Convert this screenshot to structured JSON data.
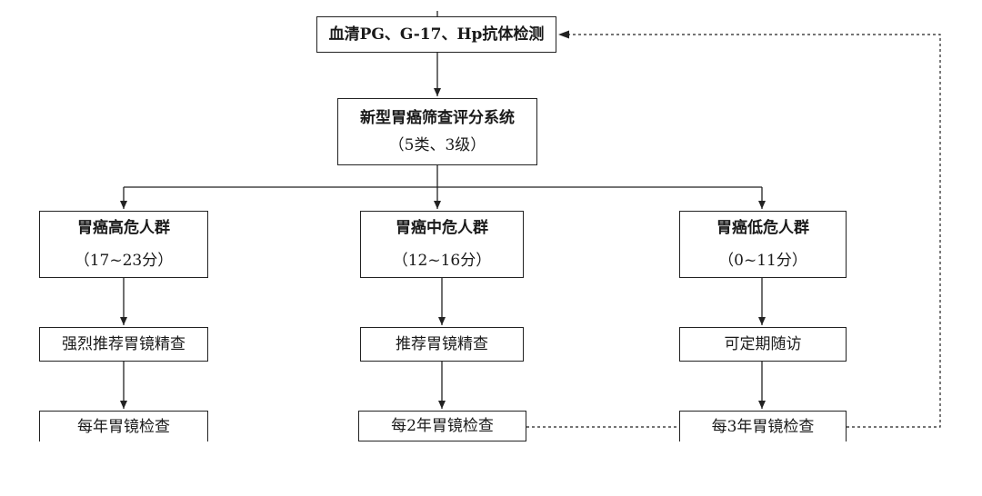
{
  "top": {
    "label": "血清PG、G-17、Hp抗体检测"
  },
  "system": {
    "title": "新型胃癌筛查评分系统",
    "subtitle": "（5类、3级）"
  },
  "groups": [
    {
      "title": "胃癌高危人群",
      "score": "（17~23分）",
      "action": "强烈推荐胃镜精查",
      "followup": "每年胃镜检查"
    },
    {
      "title": "胃癌中危人群",
      "score": "（12~16分）",
      "action": "推荐胃镜精查",
      "followup": "每2年胃镜检查"
    },
    {
      "title": "胃癌低危人群",
      "score": "（0~11分）",
      "action": "可定期随访",
      "followup": "每3年胃镜检查"
    }
  ]
}
